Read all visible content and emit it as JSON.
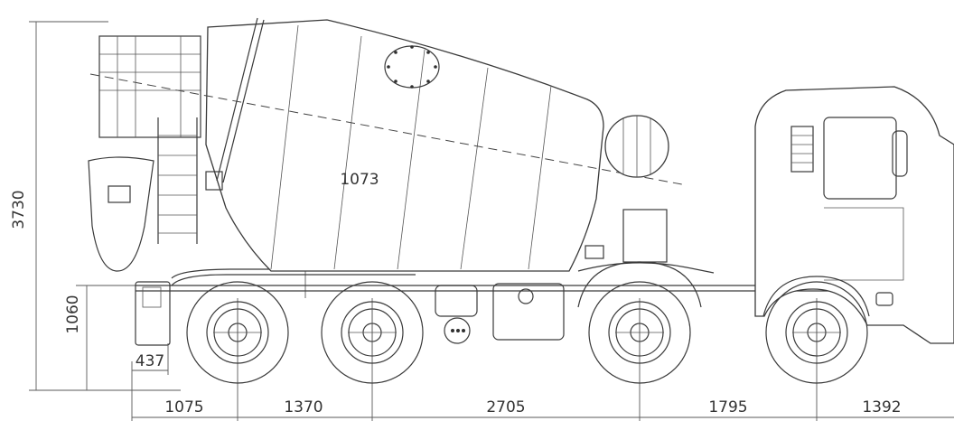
{
  "dimensions": {
    "overall_height": "3730",
    "frame_height": "1060",
    "rear_overhang_small": "437",
    "center_of_gravity": "1073",
    "rear_overhang": "1075",
    "rear_axle_spacing": "1370",
    "wheelbase": "2705",
    "front_axle_spacing": "1795",
    "front_overhang": "1392"
  }
}
